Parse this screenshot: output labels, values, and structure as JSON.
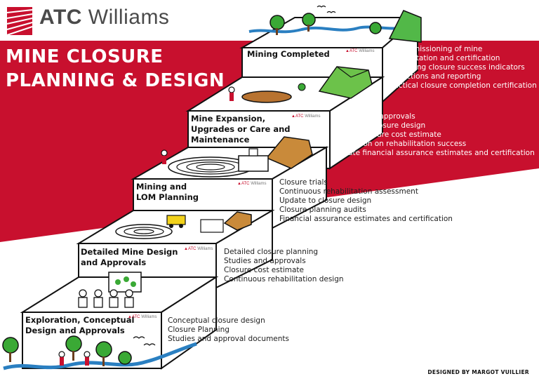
{
  "brand": {
    "logo_bold": "ATC",
    "logo_light": "Williams",
    "mini_logo_bold": "ATC",
    "mini_logo_light": "Williams",
    "accent_color": "#c8102e"
  },
  "title": {
    "line1": "MINE CLOSURE",
    "line2": "PLANNING & DESIGN"
  },
  "steps": [
    {
      "label_lines": [
        "Exploration, Conceptual",
        "Design and Approvals"
      ],
      "items": [
        "Conceptual closure design",
        "Closure Planning",
        "Studies and approval documents"
      ]
    },
    {
      "label_lines": [
        "Detailed Mine Design",
        "and Approvals"
      ],
      "items": [
        "Detailed closure planning",
        "Studies and approvals",
        "Closure cost estimate",
        "Continuous rehabilitation design"
      ]
    },
    {
      "label_lines": [
        "Mining and",
        "LOM Planning"
      ],
      "items": [
        "Closure trials",
        "Continuous rehabilitation assessment",
        "Update to closure design",
        "Closure planning audits",
        "Financial assurance estimates and certification"
      ]
    },
    {
      "label_lines": [
        "Mine Expansion,",
        "Upgrades or Care and",
        "Maintenance"
      ],
      "items": [
        "Studies and approvals",
        "Update to closure design",
        "Update closure cost estimate",
        "Evaluation on rehabilitation success",
        "Update financial assurance estimates and certification"
      ]
    },
    {
      "label_lines": [
        "Mining Completed"
      ],
      "items": [
        "Decommissioning of mine",
        "Rehabilitation and certification",
        "Monitoring closure success indicators",
        "Inspections and reporting",
        "Practical closure completion certification"
      ]
    }
  ],
  "credit": "DESIGNED BY MARGOT VUILLIER"
}
